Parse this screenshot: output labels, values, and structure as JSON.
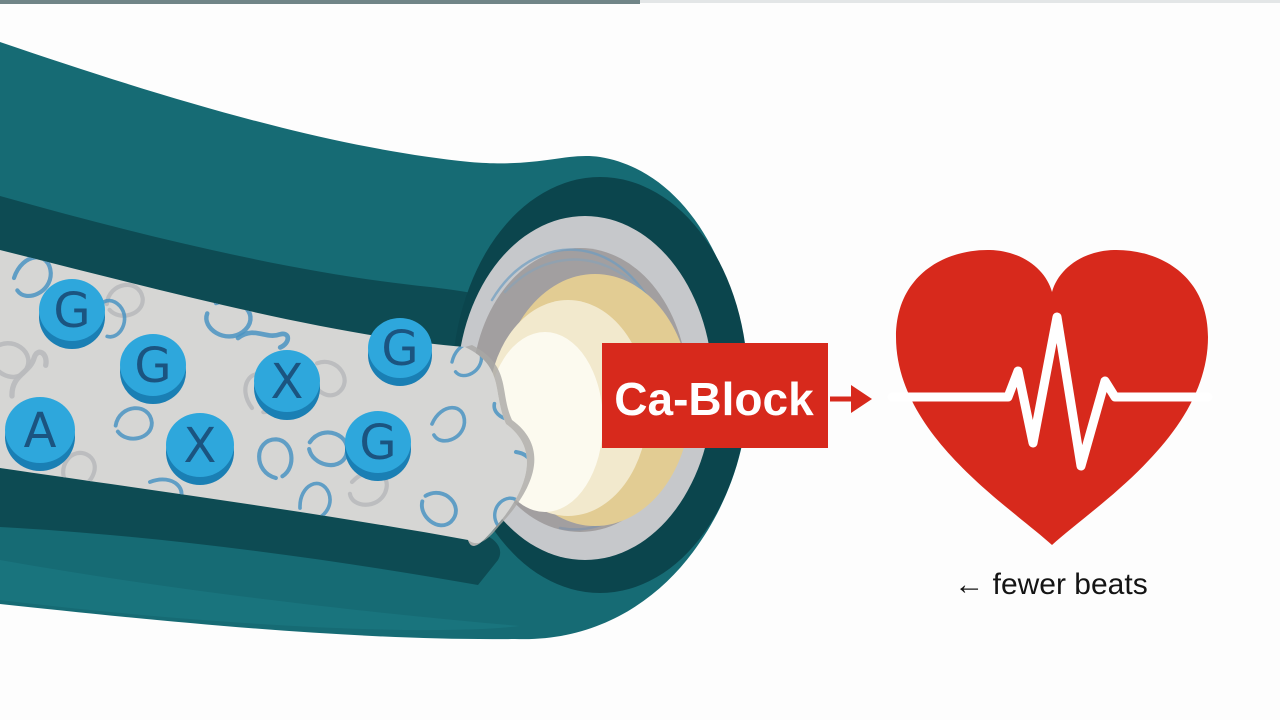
{
  "diagram": {
    "drug_label": {
      "text": "Ca-Block"
    },
    "caption": {
      "text": "← fewer beats"
    },
    "pills": [
      {
        "label": "G"
      },
      {
        "label": "G"
      },
      {
        "label": "X"
      },
      {
        "label": "G"
      },
      {
        "label": "A"
      },
      {
        "label": "X"
      },
      {
        "label": "G"
      }
    ],
    "colors": {
      "red": "#d7291c",
      "teal": "#166b74",
      "teal_dark": "#0d4b53",
      "pill_blue": "#2ea7dc"
    }
  }
}
